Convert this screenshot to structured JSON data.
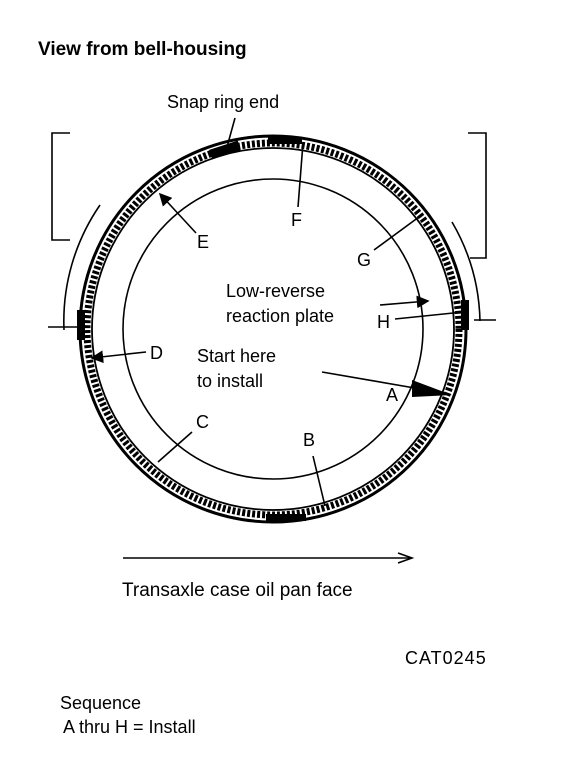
{
  "title": "View from bell-housing",
  "labels": {
    "snap_ring": "Snap ring end",
    "reaction_plate_1": "Low-reverse",
    "reaction_plate_2": "reaction plate",
    "start_1": "Start here",
    "start_2": "to install",
    "case_face": "Transaxle case oil pan face",
    "figure_code": "CAT0245",
    "sequence_title": "Sequence",
    "sequence_text": "A thru H = Install"
  },
  "points": {
    "A": "A",
    "B": "B",
    "C": "C",
    "D": "D",
    "E": "E",
    "F": "F",
    "G": "G",
    "H": "H"
  }
}
